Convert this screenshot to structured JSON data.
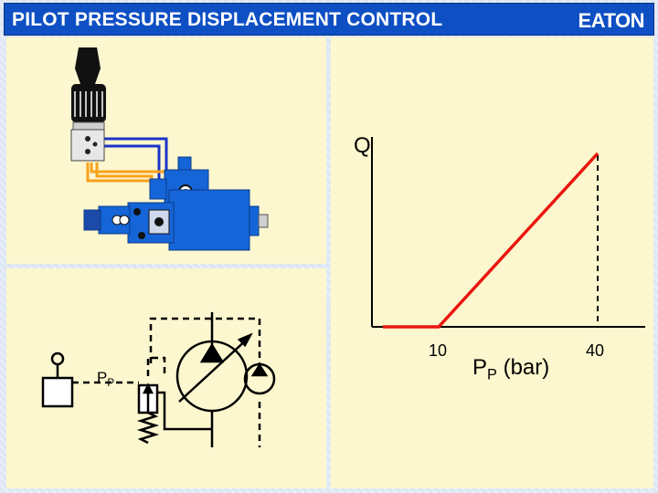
{
  "header": {
    "title": "PILOT PRESSURE DISPLACEMENT CONTROL",
    "brand": "EATON"
  },
  "schematic": {
    "pilot_label_main": "P",
    "pilot_label_sub": "P"
  },
  "graph": {
    "y_axis_label": "Q",
    "x_axis_label_main": "P",
    "x_axis_label_sub": "P",
    "x_axis_unit": " (bar)",
    "tick_start": "10",
    "tick_end": "40",
    "line_color": "#e8170f",
    "axis_color": "#000000"
  },
  "colors": {
    "title_bar": "#0e4fc4",
    "panel": "#fdf7cf",
    "pump_body": "#1565d8",
    "pilot_line_orange": "#f6a21c",
    "pilot_line_blue": "#1b34c9"
  }
}
